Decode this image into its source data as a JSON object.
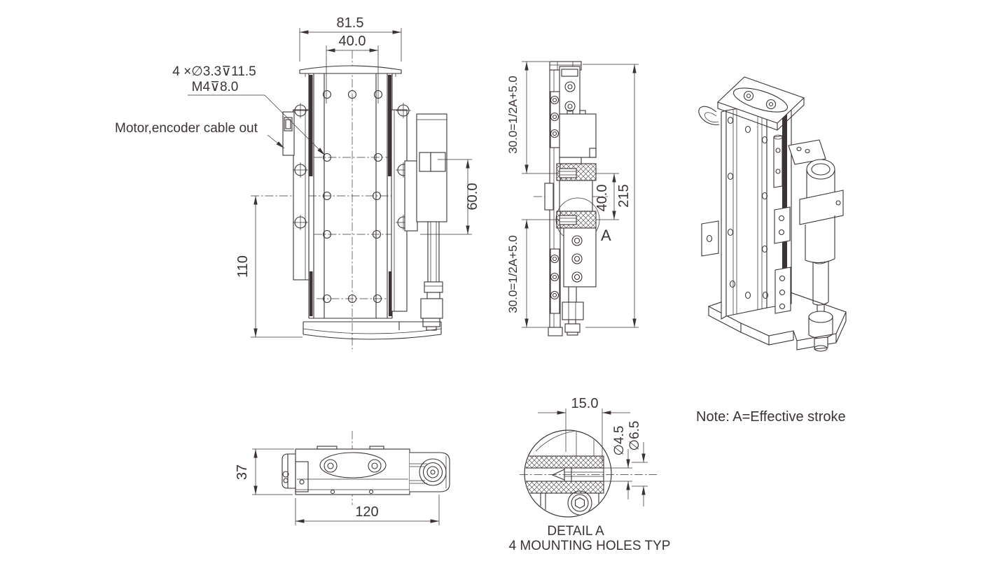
{
  "meta": {
    "ink_color": "#3b3335",
    "background_color": "#ffffff",
    "drawing_type": "engineering-multiview"
  },
  "views": {
    "front": {
      "dim_width_outer": "81.5",
      "dim_width_inner": "40.0",
      "dim_height_right": "60.0",
      "dim_height_left": "110",
      "callout_holes": "4 ×∅3.3⊽11.5",
      "callout_thread": "M4⊽8.0",
      "callout_cable": "Motor,encoder cable out"
    },
    "side": {
      "dim_top": "30.0=1/2A+5.0",
      "dim_bottom": "30.0=1/2A+5.0",
      "dim_pin_spacing": "40.0",
      "dim_overall_height": "215",
      "detail_marker": "A"
    },
    "top": {
      "dim_depth": "37",
      "dim_width": "120"
    },
    "detail": {
      "dim_width": "15.0",
      "dim_dia_inner": "∅4.5",
      "dim_dia_outer": "∅6.5",
      "title": "DETAIL A",
      "subtitle": "4 MOUNTING HOLES TYP"
    }
  },
  "note": "Note:  A=Effective stroke"
}
